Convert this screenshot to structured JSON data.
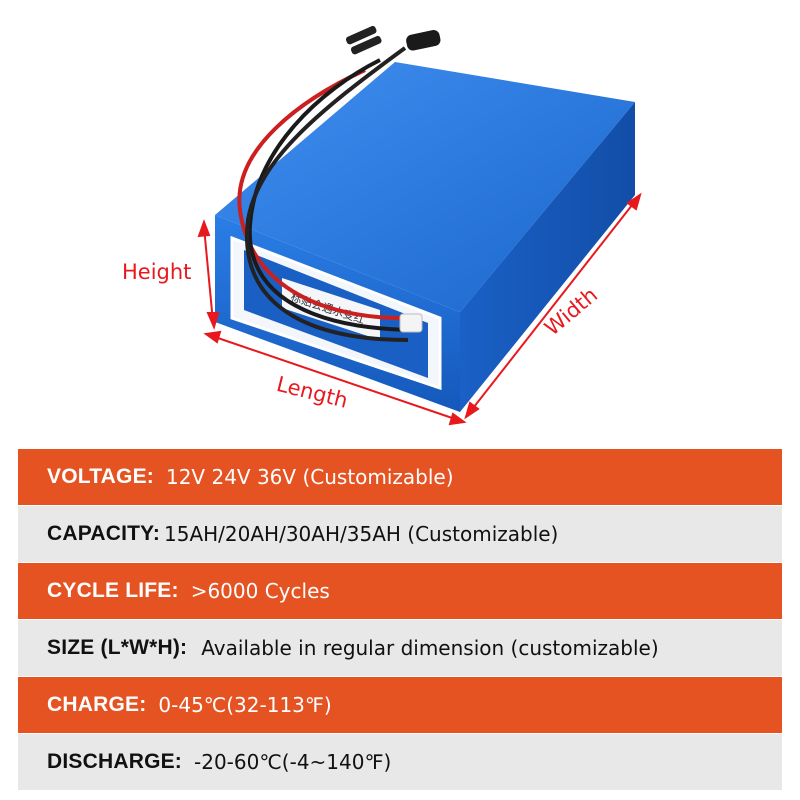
{
  "product": {
    "icon": "battery-pack-image",
    "sticker_text": "标贴会遇水变红",
    "dimension_labels": {
      "height": "Height",
      "length": "Length",
      "width": "Width"
    },
    "colors": {
      "battery_blue": "#1c6fd3",
      "dimension_red": "#e8191e"
    }
  },
  "specs": [
    {
      "key": "VOLTAGE:",
      "value": "12V 24V 36V (Customizable)",
      "style": "orange"
    },
    {
      "key": "CAPACITY:",
      "value": "15AH/20AH/30AH/35AH (Customizable)",
      "style": "gray"
    },
    {
      "key": "CYCLE LIFE:",
      "value": ">6000 Cycles",
      "style": "orange"
    },
    {
      "key": "SIZE (L*W*H):",
      "value": "Available in regular dimension (customizable)",
      "style": "gray"
    },
    {
      "key": "CHARGE:",
      "value": "0-45℃(32-113℉)",
      "style": "orange"
    },
    {
      "key": "DISCHARGE:",
      "value": "-20-60℃(-4~140℉)",
      "style": "gray"
    }
  ],
  "colors": {
    "row_orange": "#e65323",
    "row_gray": "#e8e8e8"
  }
}
